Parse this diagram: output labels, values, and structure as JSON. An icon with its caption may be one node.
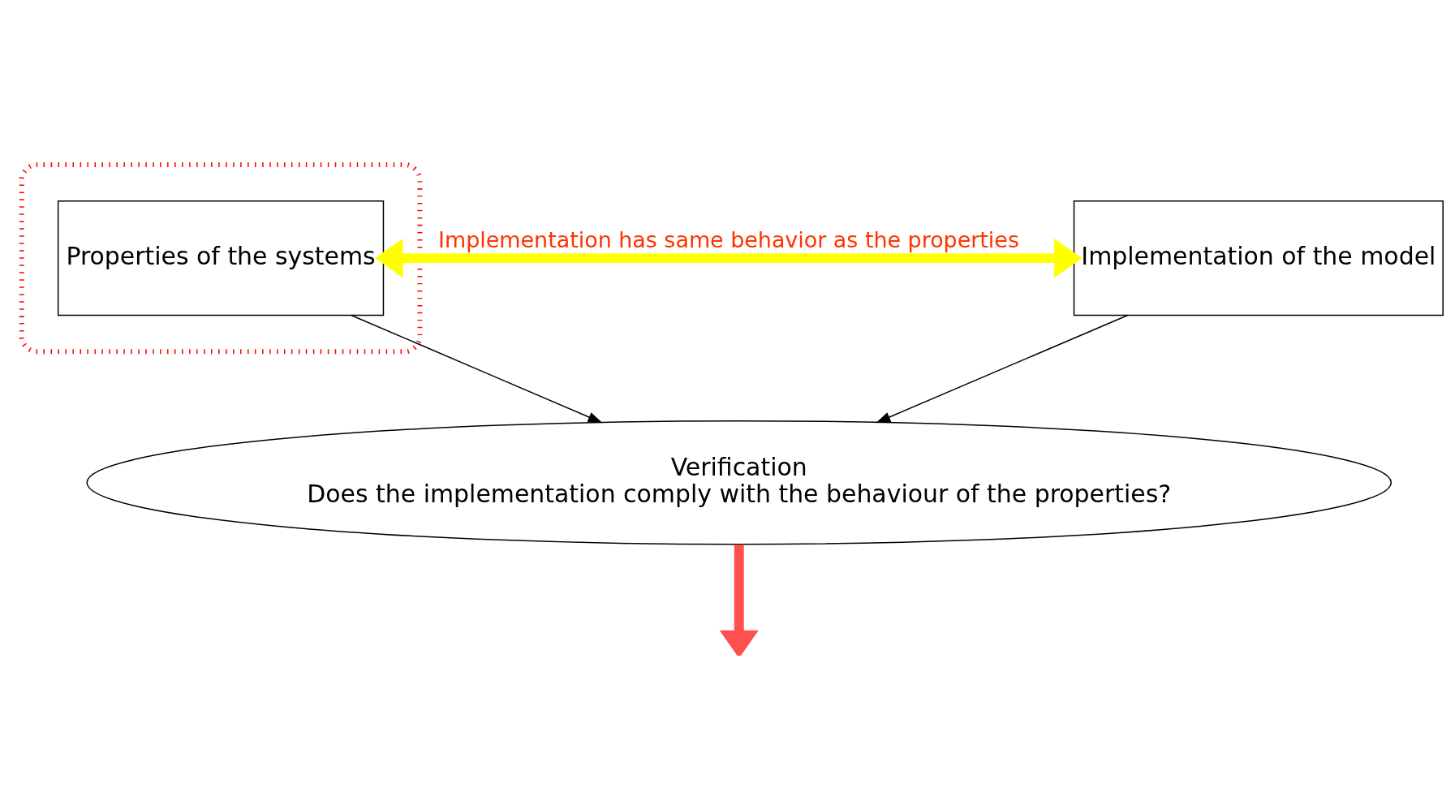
{
  "diagram": {
    "nodes": [
      {
        "text": [],
        "shape": "ellipse"
      },
      {
        "text": [
          "Properties of the systems"
        ],
        "in": 0
      },
      {
        "text": [
          "Implementation of the model"
        ]
      },
      {
        "text": [
          "Verification",
          "Does the implementation comply with the behaviour of the properties?"
        ]
      }
    ],
    "edges": [
      {
        "from": 1,
        "to": 3,
        "arrow": "to"
      },
      {
        "from": 2,
        "to": 3,
        "arrow": "to"
      },
      {
        "from": 1,
        "to": 2,
        "arrow": "both",
        "label": "Implementation has same behavior as the properties",
        "style": "thick",
        "color": "#ffff00"
      },
      {
        "from": 3,
        "to": null,
        "arrow": "to",
        "style": "thick",
        "color": "#ff5050"
      }
    ]
  }
}
